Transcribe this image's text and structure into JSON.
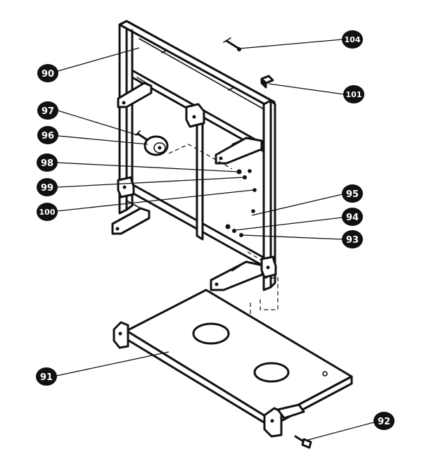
{
  "callouts": [
    {
      "id": "c90",
      "label": "90"
    },
    {
      "id": "c97",
      "label": "97"
    },
    {
      "id": "c96",
      "label": "96"
    },
    {
      "id": "c98",
      "label": "98"
    },
    {
      "id": "c99",
      "label": "99"
    },
    {
      "id": "c100",
      "label": "100"
    },
    {
      "id": "c104",
      "label": "104"
    },
    {
      "id": "c101",
      "label": "101"
    },
    {
      "id": "c95",
      "label": "95"
    },
    {
      "id": "c94",
      "label": "94"
    },
    {
      "id": "c93",
      "label": "93"
    },
    {
      "id": "c91",
      "label": "91"
    },
    {
      "id": "c92",
      "label": "92"
    }
  ]
}
